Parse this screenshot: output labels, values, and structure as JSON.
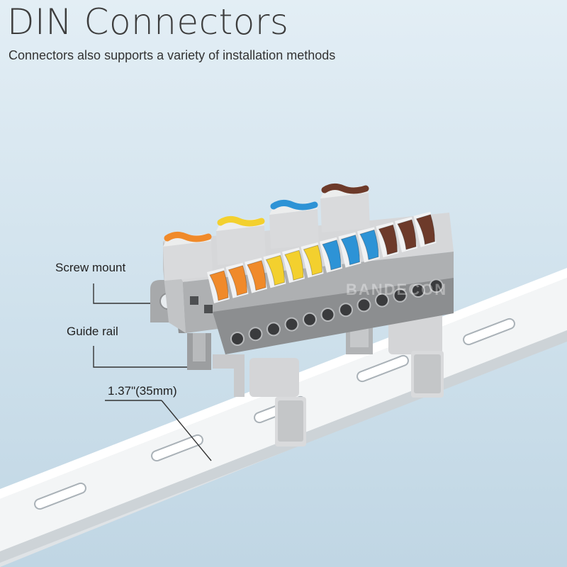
{
  "header": {
    "title": "DIN Connectors",
    "subtitle": "Connectors also supports a variety of installation methods"
  },
  "callouts": {
    "screw_mount": "Screw mount",
    "guide_rail": "Guide rail",
    "rail_width": "1.37\"(35mm)"
  },
  "watermark": "BANDECON",
  "colors": {
    "orange": "#f08a2a",
    "yellow": "#f3d02e",
    "blue": "#2d93d6",
    "brown": "#6d3a2a",
    "housing": "#bdbdbd",
    "rail": "#f2f4f5"
  },
  "connector": {
    "lever_colors": [
      "orange",
      "orange",
      "orange",
      "yellow",
      "yellow",
      "yellow",
      "blue",
      "blue",
      "blue",
      "brown",
      "brown",
      "brown"
    ],
    "input_colors": [
      "orange",
      "yellow",
      "blue",
      "brown"
    ]
  }
}
